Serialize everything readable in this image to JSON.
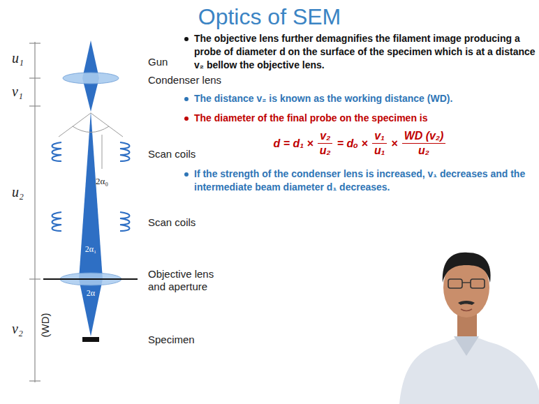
{
  "diagram": {
    "title": "Optics of SEM",
    "labels": [
      "u₁",
      "v₁",
      "u₂",
      "v₂",
      "(WD)",
      "Gun",
      "Condenser lens",
      "Scan coils",
      "Scan coils",
      "Objective lens and aperture",
      "Specimen",
      "2α₀",
      "2α₁",
      "2α",
      "The objective lens further demagnifies the filament image producing a probe of diameter d on the surface of the specimen which is at a distance v₂ bellow the objective lens.",
      "The distance v₂ is known as the working distance (WD).",
      "The diameter of the final probe on the specimen is",
      "d = d₁ ×",
      "v₂",
      "u₂",
      "= dₒ ×",
      "v₁",
      "u₁",
      "×",
      "WD (v₂)",
      "u₂",
      "If the strength of the condenser lens is increased, v₁ decreases and the intermediate beam diameter d₁ decreases."
    ]
  }
}
